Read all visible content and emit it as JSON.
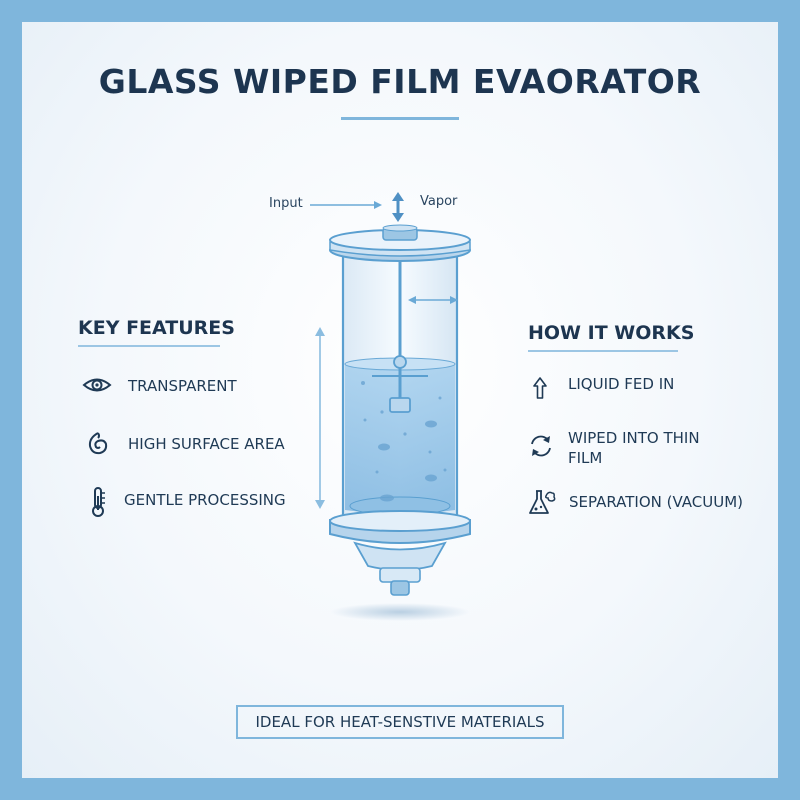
{
  "title": "GLASS WIPED FILM EVAORATOR",
  "labels": {
    "input": "Input",
    "vapor": "Vapor"
  },
  "key_features": {
    "heading": "KEY FEATURES",
    "items": [
      {
        "icon": "eye-icon",
        "label": "TRANSPARENT"
      },
      {
        "icon": "swirl-icon",
        "label": "HIGH SURFACE AREA"
      },
      {
        "icon": "thermometer-icon",
        "label": "GENTLE PROCESSING"
      }
    ]
  },
  "how_it_works": {
    "heading": "HOW IT WORKS",
    "items": [
      {
        "icon": "arrow-up-icon",
        "label": "LIQUID FED IN"
      },
      {
        "icon": "cycle-arrows-icon",
        "label_line1": "WIPED INTO THIN",
        "label_line2": "FILM"
      },
      {
        "icon": "flask-icon",
        "label": "SEPARATION (VACUUM)"
      }
    ]
  },
  "footer_note": "IDEAL FOR HEAT-SENSTIVE MATERIALS",
  "colors": {
    "frame": "#7fb6dc",
    "navy_text": "#1d3550",
    "glass_blue": "#5a9fd0",
    "liquid": "#a9d0ee"
  }
}
